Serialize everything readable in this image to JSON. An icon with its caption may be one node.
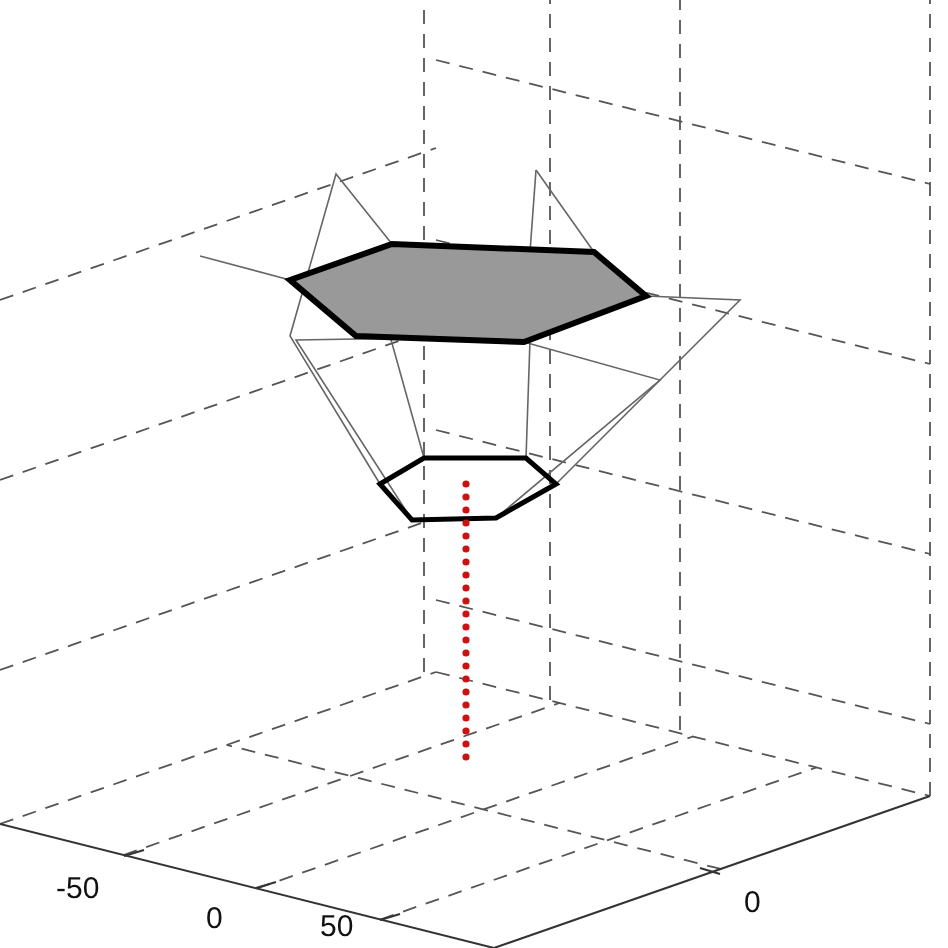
{
  "diagram": {
    "labels": [
      "-50",
      "0",
      "50",
      "0"
    ]
  }
}
